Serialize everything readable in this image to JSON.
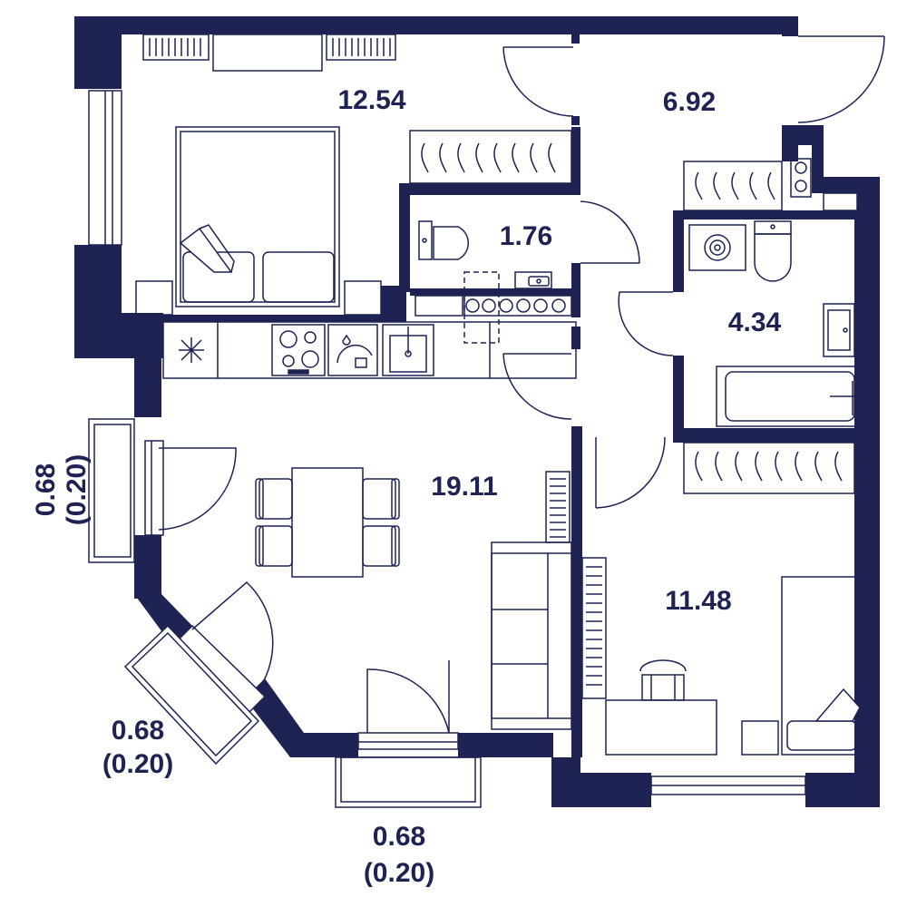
{
  "colors": {
    "wall": "#1e2353",
    "line": "#1e2353",
    "background": "#ffffff"
  },
  "rooms": {
    "bedroom": "12.54",
    "hall": "6.92",
    "wc": "1.76",
    "bathroom": "4.34",
    "kitchen_living": "19.11",
    "bedroom2": "11.48"
  },
  "balconies": {
    "west": {
      "area": "0.68",
      "reduced": "(0.20)"
    },
    "southwest": {
      "area": "0.68",
      "reduced": "(0.20)"
    },
    "south": {
      "area": "0.68",
      "reduced": "(0.20)"
    }
  },
  "icons": [
    "snowflake-icon",
    "hob-icon",
    "oven-icon",
    "sink-icon",
    "washer-icon",
    "toilet-icon",
    "bathtub-icon",
    "bed-icon",
    "table-icon",
    "chair-icon",
    "sofa-icon",
    "wardrobe-icon",
    "radiator-icon",
    "door-swing-icon",
    "window-icon"
  ]
}
